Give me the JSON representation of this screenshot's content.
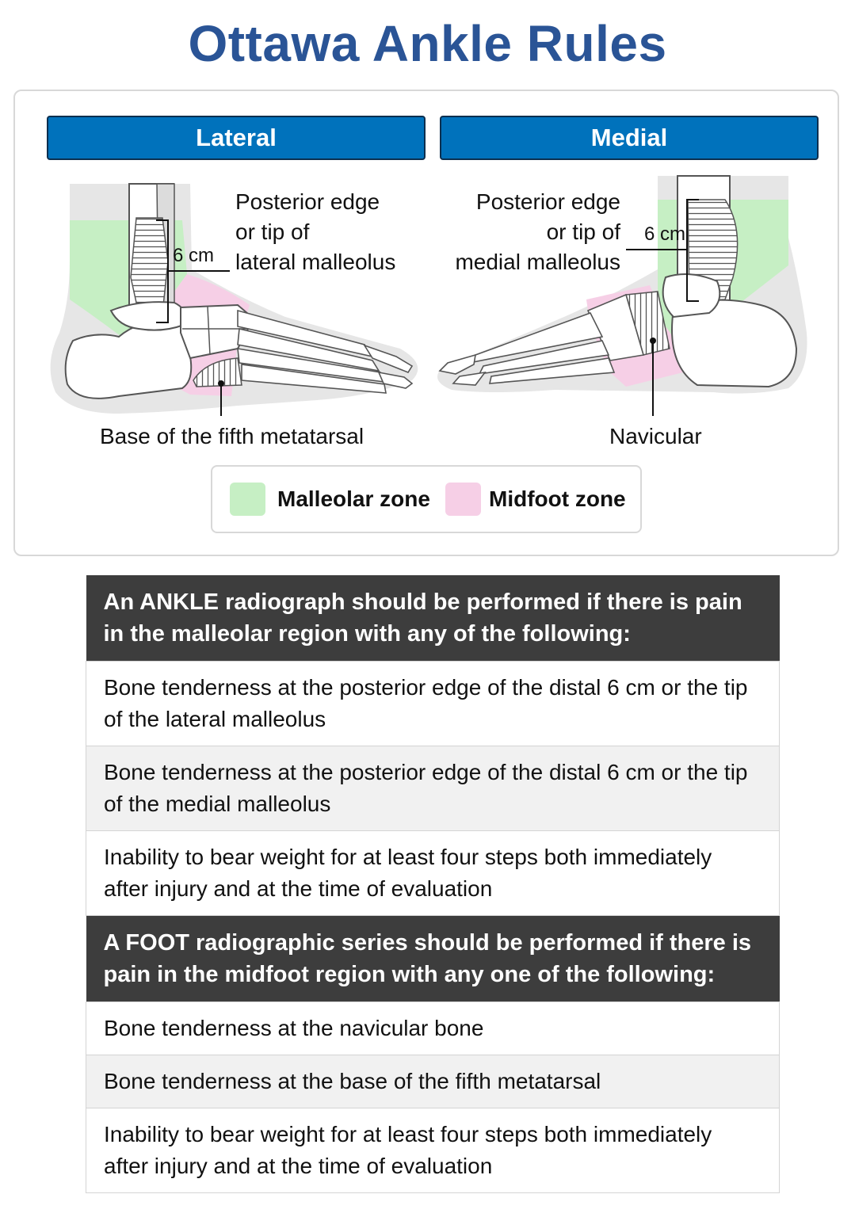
{
  "title": "Ottawa Ankle Rules",
  "views": {
    "lateral": {
      "header": "Lateral",
      "label_malleolus": [
        "Posterior edge",
        "or tip of",
        "lateral malleolus"
      ],
      "label_measure": "6 cm",
      "label_metatarsal": "Base of the fifth metatarsal"
    },
    "medial": {
      "header": "Medial",
      "label_malleolus": [
        "Posterior edge",
        "or tip of",
        "medial malleolus"
      ],
      "label_measure": "6 cm",
      "label_navicular": "Navicular"
    }
  },
  "legend": {
    "malleolar": {
      "label": "Malleolar zone",
      "color": "#c6efc4"
    },
    "midfoot": {
      "label": "Midfoot zone",
      "color": "#f6cfe6"
    }
  },
  "rules": {
    "ankle": {
      "heading": "An ANKLE radiograph should be performed if there is pain in the malleolar region with any of the following:",
      "items": [
        "Bone tenderness at the posterior edge of the distal 6 cm or the tip of the lateral malleolus",
        "Bone tenderness at the posterior edge of the distal 6 cm or the tip of the medial malleolus",
        "Inability to bear weight for at least four steps both immediately after injury and at the time of evaluation"
      ]
    },
    "foot": {
      "heading": "A FOOT radiographic series should be performed if there is pain in the midfoot region with any one of the following:",
      "items": [
        "Bone tenderness at the navicular bone",
        "Bone tenderness at the base of the fifth metatarsal",
        "Inability to bear weight for at least four steps both immediately after injury and at the time of evaluation"
      ]
    }
  }
}
